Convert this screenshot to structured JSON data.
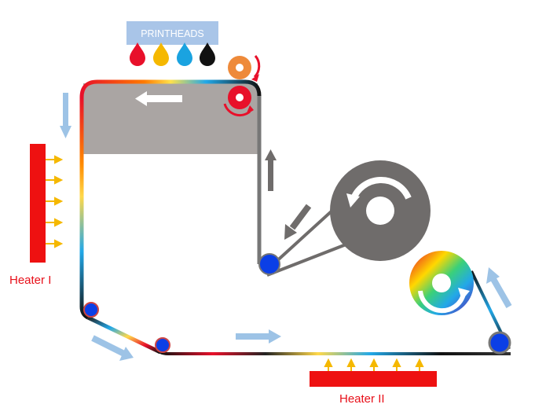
{
  "printheads": {
    "label": "PRINTHEADS",
    "inks": [
      {
        "name": "magenta-ink",
        "color": "#e8102a"
      },
      {
        "name": "yellow-ink",
        "color": "#f5b800"
      },
      {
        "name": "cyan-ink",
        "color": "#1aa3e0"
      },
      {
        "name": "black-ink",
        "color": "#111111"
      }
    ]
  },
  "heaters": [
    {
      "name": "heater-1",
      "label": "Heater I"
    },
    {
      "name": "heater-2",
      "label": "Heater II"
    }
  ],
  "colors": {
    "heater": "#ee1111",
    "heat_arrow": "#f5b800",
    "roller": "#0b3fe6",
    "flow_arrow": "#9dc3e6",
    "media": "#777777",
    "platen": "#aaa5a3",
    "label_text": "#e8101a",
    "printhead_box": "#a9c5e8"
  }
}
